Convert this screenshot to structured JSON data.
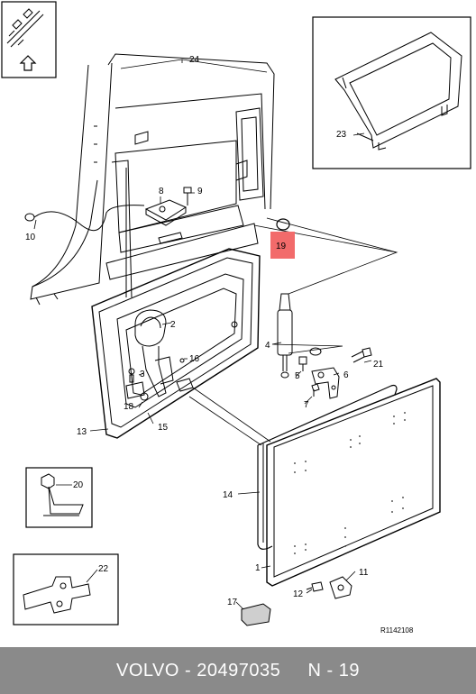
{
  "callouts": {
    "c1": "1",
    "c2": "2",
    "c3": "3",
    "c4": "4",
    "c5": "5",
    "c6": "6",
    "c7": "7",
    "c8": "8",
    "c9": "9",
    "c10": "10",
    "c11": "11",
    "c12": "12",
    "c13": "13",
    "c14": "14",
    "c15": "15",
    "c16": "16",
    "c17": "17",
    "c18": "18",
    "c19": "19",
    "c20": "20",
    "c21": "21",
    "c22": "22",
    "c23": "23",
    "c24": "24"
  },
  "highlight_color": "#f26b6b",
  "drawing_ref": "R1142108",
  "footer": {
    "brand": "VOLVO",
    "sep1": " - ",
    "part_number": "20497035",
    "sep2": "     ",
    "ref": "N - 19"
  },
  "colors": {
    "footer_bg": "#8a8a8a",
    "footer_text": "#ffffff",
    "line": "#000000"
  }
}
